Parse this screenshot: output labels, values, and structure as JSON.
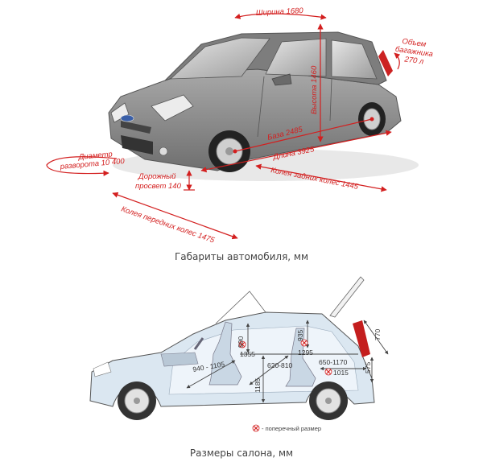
{
  "top": {
    "caption": "Габариты автомобиля, мм",
    "labels": {
      "width": "Ширина 1680",
      "trunk_line1": "Объем",
      "trunk_line2": "багажника",
      "trunk_line3": "270 л",
      "height": "Высота 1460",
      "base": "База 2485",
      "length": "Длина 3925",
      "rear_track": "Колея задних колес 1445",
      "turn_line1": "Диаметр",
      "turn_line2": "разворота 10 400",
      "clearance_line1": "Дорожный",
      "clearance_line2": "просвет 140",
      "front_track": "Колея передних колес 1475"
    }
  },
  "bottom": {
    "caption": "Размеры салона, мм",
    "legend": "- поперечный размер",
    "labels": {
      "d990": "990",
      "d1355": "1355",
      "d935": "935",
      "d1295": "1295",
      "d940_1105": "940 - 1105",
      "d620_810": "620-810",
      "d1185": "1185",
      "d650_1170": "650-1170",
      "d1015": "1015",
      "d575": "575",
      "d770": "770"
    }
  },
  "colors": {
    "accent_red": "#d31f1f",
    "car_body": "#8a8a8a",
    "cabin_fill": "#dbe7f1"
  }
}
